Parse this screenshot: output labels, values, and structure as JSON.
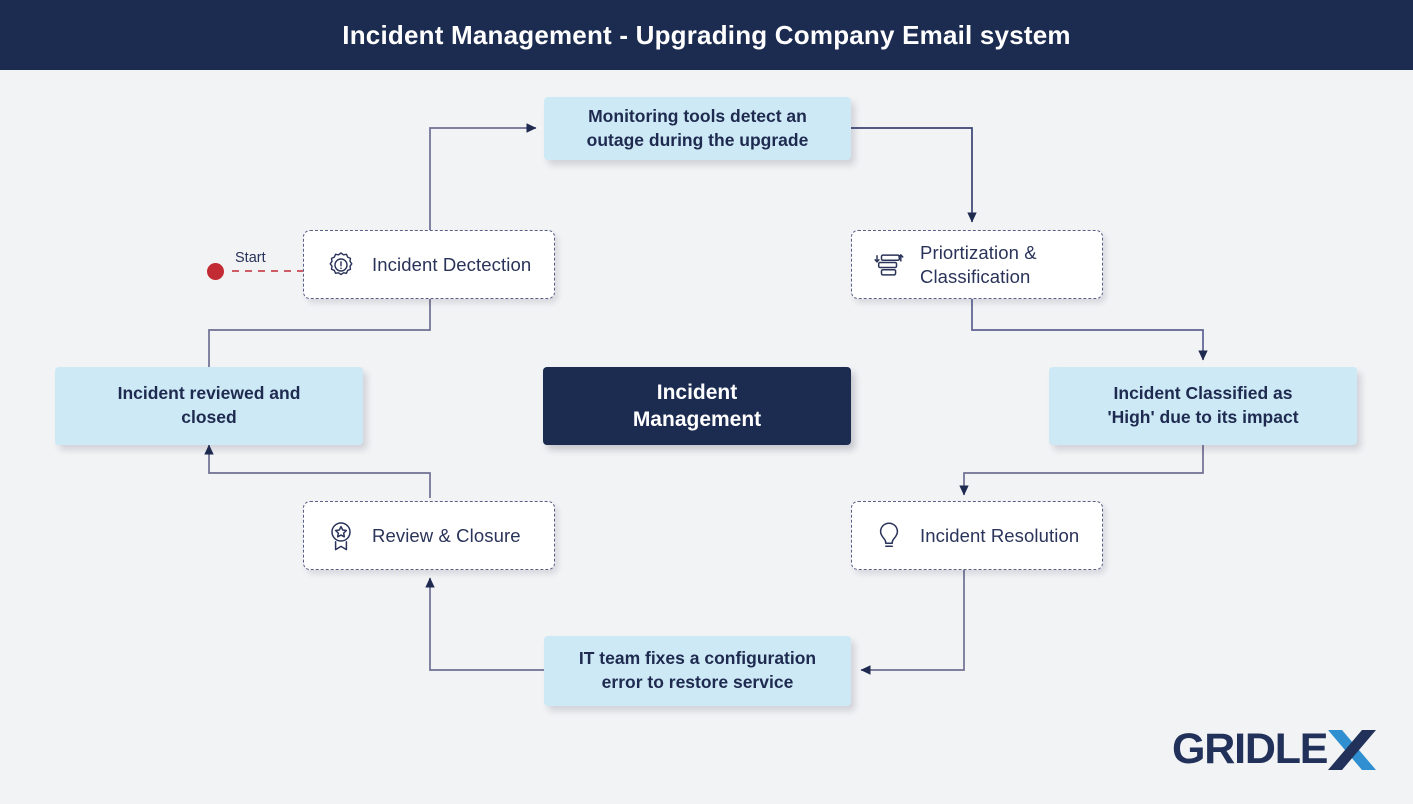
{
  "header": {
    "title": "Incident Management - Upgrading Company Email system"
  },
  "start": {
    "label": "Start",
    "dot_color": "#c32b34",
    "line_color": "#c32b34"
  },
  "center_hub": {
    "label": "Incident\nManagement",
    "line1": "Incident",
    "line2": "Management",
    "bg_color": "#1c2b50",
    "text_color": "#ffffff"
  },
  "process_nodes": [
    {
      "id": "incident-detection",
      "label": "Incident Dectection",
      "icon": "badge-alert-icon"
    },
    {
      "id": "prioritization-classification",
      "label": "Priortization & Classification",
      "line1": "Priortization &",
      "line2": "Classification",
      "icon": "sort-priority-icon"
    },
    {
      "id": "review-closure",
      "label": "Review & Closure",
      "icon": "award-ribbon-icon"
    },
    {
      "id": "incident-resolution",
      "label": "Incident Resolution",
      "icon": "lightbulb-icon"
    }
  ],
  "callouts": [
    {
      "id": "monitoring-detect",
      "line1": "Monitoring tools detect an",
      "line2": "outage during the upgrade"
    },
    {
      "id": "incident-reviewed-closed",
      "line1": "Incident reviewed and",
      "line2": "closed"
    },
    {
      "id": "incident-classified-high",
      "line1": "Incident Classified as",
      "line2": "'High' due to its impact"
    },
    {
      "id": "it-team-fixes",
      "line1": "IT team fixes a configuration",
      "line2": "error to restore service"
    }
  ],
  "logo": {
    "text_dark": "GRIDLE",
    "text_accent": "X",
    "dark_color": "#223159",
    "accent_color": "#2f8fd0"
  },
  "theme": {
    "page_bg": "#f2f3f5",
    "header_bg": "#1c2b50",
    "callout_bg": "#cde9f5",
    "node_bg": "#ffffff",
    "node_border": "#5a5f86",
    "edge_color": "#6f6f93",
    "arrow_color": "#1e2a4f",
    "text_navy": "#2a3359"
  }
}
